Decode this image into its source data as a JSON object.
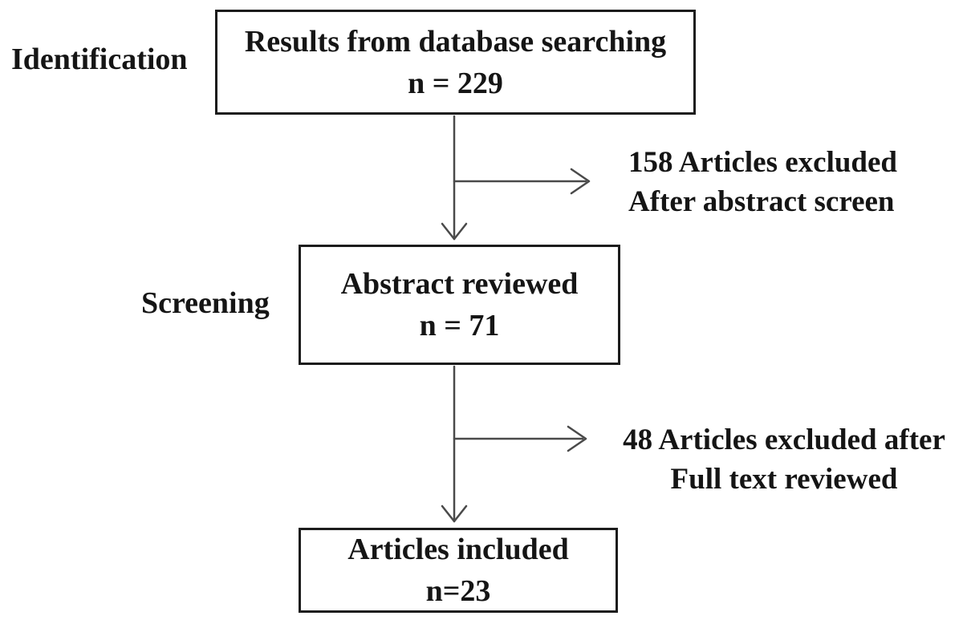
{
  "stages": {
    "identification": "Identification",
    "screening": "Screening"
  },
  "boxes": {
    "database": {
      "title": "Results from database searching",
      "count": "n = 229"
    },
    "abstract": {
      "title": "Abstract reviewed",
      "count": "n = 71"
    },
    "included": {
      "title": "Articles included",
      "count": "n=23"
    }
  },
  "exclusions": {
    "abstract_screen": {
      "line1": "158 Articles excluded",
      "line2": "After abstract screen"
    },
    "full_text": {
      "line1": "48 Articles excluded after",
      "line2": "Full text reviewed"
    }
  },
  "colors": {
    "text": "#151515",
    "box_border": "#1c1c1c",
    "arrow": "#4a4a4a",
    "background": "#ffffff"
  }
}
